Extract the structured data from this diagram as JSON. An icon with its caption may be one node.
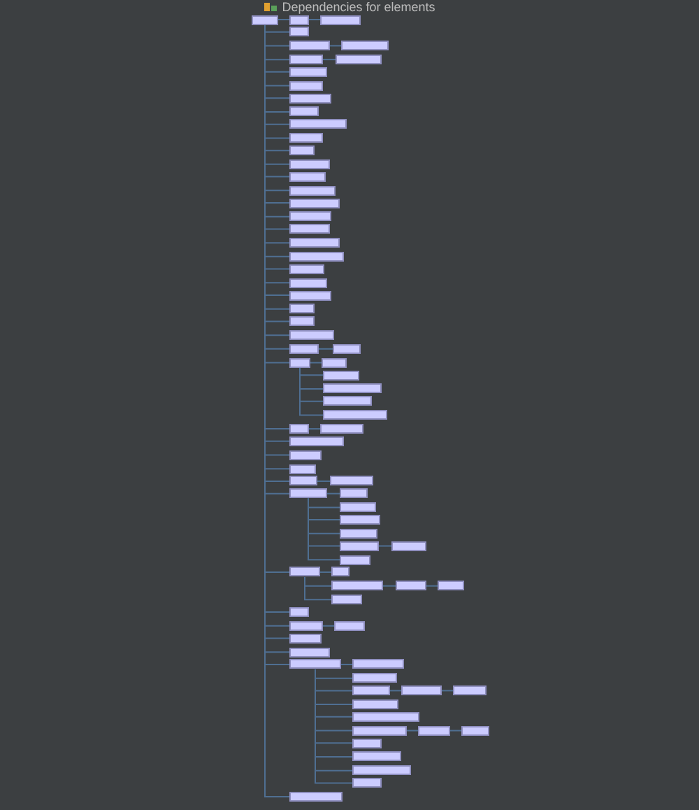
{
  "diagram": {
    "title": "Dependencies for elements",
    "nodes": [
      {
        "text": [],
        "shape": "box"
      },
      {
        "text": [],
        "shape": "box"
      },
      {
        "text": [],
        "shape": "box"
      },
      {
        "text": [],
        "shape": "box"
      },
      {
        "text": [],
        "shape": "box"
      },
      {
        "text": [],
        "shape": "box"
      },
      {
        "text": [],
        "shape": "box"
      },
      {
        "text": [],
        "shape": "box"
      },
      {
        "text": [],
        "shape": "box"
      },
      {
        "text": [],
        "shape": "box"
      },
      {
        "text": [],
        "shape": "box"
      },
      {
        "text": [],
        "shape": "box"
      },
      {
        "text": [],
        "shape": "box"
      },
      {
        "text": [],
        "shape": "box"
      },
      {
        "text": [],
        "shape": "box"
      },
      {
        "text": [],
        "shape": "box"
      },
      {
        "text": [],
        "shape": "box"
      },
      {
        "text": [],
        "shape": "box"
      },
      {
        "text": [],
        "shape": "box"
      },
      {
        "text": [],
        "shape": "box"
      },
      {
        "text": [],
        "shape": "box"
      },
      {
        "text": [],
        "shape": "box"
      },
      {
        "text": [],
        "shape": "box"
      },
      {
        "text": [],
        "shape": "box"
      },
      {
        "text": [],
        "shape": "box"
      },
      {
        "text": [],
        "shape": "box"
      },
      {
        "text": [],
        "shape": "box"
      },
      {
        "text": [],
        "shape": "box"
      },
      {
        "text": [],
        "shape": "box"
      },
      {
        "text": [],
        "shape": "box"
      },
      {
        "text": [],
        "shape": "box"
      },
      {
        "text": [],
        "shape": "box"
      },
      {
        "text": [],
        "shape": "box"
      },
      {
        "text": [],
        "shape": "box"
      },
      {
        "text": [],
        "shape": "box"
      },
      {
        "text": [],
        "shape": "box"
      },
      {
        "text": [],
        "shape": "box"
      },
      {
        "text": [],
        "shape": "box"
      },
      {
        "text": [],
        "shape": "box"
      },
      {
        "text": [],
        "shape": "box"
      },
      {
        "text": [],
        "shape": "box"
      },
      {
        "text": [],
        "shape": "box"
      },
      {
        "text": [],
        "shape": "box"
      },
      {
        "text": [],
        "shape": "box"
      },
      {
        "text": [],
        "shape": "box"
      },
      {
        "text": [],
        "shape": "box"
      },
      {
        "text": [],
        "shape": "box"
      },
      {
        "text": [],
        "shape": "box"
      },
      {
        "text": [],
        "shape": "box"
      },
      {
        "text": [],
        "shape": "box"
      },
      {
        "text": [],
        "shape": "box"
      },
      {
        "text": [],
        "shape": "box"
      },
      {
        "text": [],
        "shape": "box"
      },
      {
        "text": [],
        "shape": "box"
      },
      {
        "text": [],
        "shape": "box"
      },
      {
        "text": [],
        "shape": "box"
      },
      {
        "text": [],
        "shape": "box"
      },
      {
        "text": [],
        "shape": "box"
      },
      {
        "text": [],
        "shape": "box"
      },
      {
        "text": [],
        "shape": "box"
      },
      {
        "text": [],
        "shape": "box"
      },
      {
        "text": [],
        "shape": "box"
      },
      {
        "text": [],
        "shape": "box"
      },
      {
        "text": [],
        "shape": "box"
      },
      {
        "text": [],
        "shape": "box"
      },
      {
        "text": [],
        "shape": "box"
      },
      {
        "text": [],
        "shape": "box"
      },
      {
        "text": [],
        "shape": "box"
      },
      {
        "text": [],
        "shape": "box"
      },
      {
        "text": [],
        "shape": "box"
      },
      {
        "text": [],
        "shape": "box"
      },
      {
        "text": [],
        "shape": "box"
      },
      {
        "text": [],
        "shape": "box"
      },
      {
        "text": [],
        "shape": "box"
      },
      {
        "text": [],
        "shape": "box"
      },
      {
        "text": [],
        "shape": "box"
      },
      {
        "text": [],
        "shape": "box"
      },
      {
        "text": [],
        "shape": "box"
      },
      {
        "text": [],
        "shape": "box"
      }
    ],
    "edges": [
      {
        "from": 0,
        "to": 1,
        "arrow": "none"
      },
      {
        "from": 1,
        "to": 2,
        "arrow": "none"
      },
      {
        "from": 0,
        "to": 3,
        "arrow": "none"
      },
      {
        "from": 0,
        "to": 4,
        "arrow": "none"
      },
      {
        "from": 4,
        "to": 5,
        "arrow": "none"
      },
      {
        "from": 0,
        "to": 6,
        "arrow": "none"
      },
      {
        "from": 6,
        "to": 7,
        "arrow": "none"
      },
      {
        "from": 0,
        "to": 8,
        "arrow": "none"
      },
      {
        "from": 0,
        "to": 9,
        "arrow": "none"
      },
      {
        "from": 0,
        "to": 10,
        "arrow": "none"
      },
      {
        "from": 0,
        "to": 11,
        "arrow": "none"
      },
      {
        "from": 0,
        "to": 12,
        "arrow": "none"
      },
      {
        "from": 0,
        "to": 13,
        "arrow": "none"
      },
      {
        "from": 0,
        "to": 14,
        "arrow": "none"
      },
      {
        "from": 0,
        "to": 15,
        "arrow": "none"
      },
      {
        "from": 0,
        "to": 16,
        "arrow": "none"
      },
      {
        "from": 0,
        "to": 17,
        "arrow": "none"
      },
      {
        "from": 0,
        "to": 18,
        "arrow": "none"
      },
      {
        "from": 0,
        "to": 19,
        "arrow": "none"
      },
      {
        "from": 0,
        "to": 20,
        "arrow": "none"
      },
      {
        "from": 0,
        "to": 21,
        "arrow": "none"
      },
      {
        "from": 0,
        "to": 22,
        "arrow": "none"
      },
      {
        "from": 0,
        "to": 23,
        "arrow": "none"
      },
      {
        "from": 0,
        "to": 24,
        "arrow": "none"
      },
      {
        "from": 0,
        "to": 25,
        "arrow": "none"
      },
      {
        "from": 0,
        "to": 26,
        "arrow": "none"
      },
      {
        "from": 0,
        "to": 27,
        "arrow": "none"
      },
      {
        "from": 0,
        "to": 28,
        "arrow": "none"
      },
      {
        "from": 0,
        "to": 29,
        "arrow": "none"
      },
      {
        "from": 29,
        "to": 30,
        "arrow": "none"
      },
      {
        "from": 0,
        "to": 31,
        "arrow": "none"
      },
      {
        "from": 31,
        "to": 32,
        "arrow": "none"
      },
      {
        "from": 31,
        "to": 33,
        "arrow": "none"
      },
      {
        "from": 31,
        "to": 34,
        "arrow": "none"
      },
      {
        "from": 31,
        "to": 35,
        "arrow": "none"
      },
      {
        "from": 31,
        "to": 36,
        "arrow": "none"
      },
      {
        "from": 0,
        "to": 37,
        "arrow": "none"
      },
      {
        "from": 37,
        "to": 38,
        "arrow": "none"
      },
      {
        "from": 0,
        "to": 39,
        "arrow": "none"
      },
      {
        "from": 0,
        "to": 40,
        "arrow": "none"
      },
      {
        "from": 0,
        "to": 41,
        "arrow": "none"
      },
      {
        "from": 0,
        "to": 42,
        "arrow": "none"
      },
      {
        "from": 42,
        "to": 43,
        "arrow": "none"
      },
      {
        "from": 0,
        "to": 44,
        "arrow": "none"
      },
      {
        "from": 44,
        "to": 45,
        "arrow": "none"
      },
      {
        "from": 44,
        "to": 46,
        "arrow": "none"
      },
      {
        "from": 44,
        "to": 47,
        "arrow": "none"
      },
      {
        "from": 44,
        "to": 48,
        "arrow": "none"
      },
      {
        "from": 44,
        "to": 49,
        "arrow": "none"
      },
      {
        "from": 49,
        "to": 50,
        "arrow": "none"
      },
      {
        "from": 44,
        "to": 51,
        "arrow": "none"
      },
      {
        "from": 0,
        "to": 52,
        "arrow": "none"
      },
      {
        "from": 52,
        "to": 53,
        "arrow": "none"
      },
      {
        "from": 52,
        "to": 54,
        "arrow": "none"
      },
      {
        "from": 54,
        "to": 55,
        "arrow": "none"
      },
      {
        "from": 55,
        "to": 56,
        "arrow": "none"
      },
      {
        "from": 52,
        "to": 57,
        "arrow": "none"
      },
      {
        "from": 0,
        "to": 58,
        "arrow": "none"
      },
      {
        "from": 0,
        "to": 59,
        "arrow": "none"
      },
      {
        "from": 59,
        "to": 60,
        "arrow": "none"
      },
      {
        "from": 0,
        "to": 61,
        "arrow": "none"
      },
      {
        "from": 0,
        "to": 62,
        "arrow": "none"
      },
      {
        "from": 0,
        "to": 63,
        "arrow": "none"
      },
      {
        "from": 63,
        "to": 64,
        "arrow": "none"
      },
      {
        "from": 63,
        "to": 65,
        "arrow": "none"
      },
      {
        "from": 63,
        "to": 66,
        "arrow": "none"
      },
      {
        "from": 66,
        "to": 67,
        "arrow": "none"
      },
      {
        "from": 67,
        "to": 68,
        "arrow": "none"
      },
      {
        "from": 63,
        "to": 69,
        "arrow": "none"
      },
      {
        "from": 63,
        "to": 70,
        "arrow": "none"
      },
      {
        "from": 63,
        "to": 71,
        "arrow": "none"
      },
      {
        "from": 71,
        "to": 72,
        "arrow": "none"
      },
      {
        "from": 72,
        "to": 73,
        "arrow": "none"
      },
      {
        "from": 63,
        "to": 74,
        "arrow": "none"
      },
      {
        "from": 63,
        "to": 75,
        "arrow": "none"
      },
      {
        "from": 63,
        "to": 76,
        "arrow": "none"
      },
      {
        "from": 63,
        "to": 77,
        "arrow": "none"
      },
      {
        "from": 0,
        "to": 78,
        "arrow": "none"
      }
    ]
  }
}
